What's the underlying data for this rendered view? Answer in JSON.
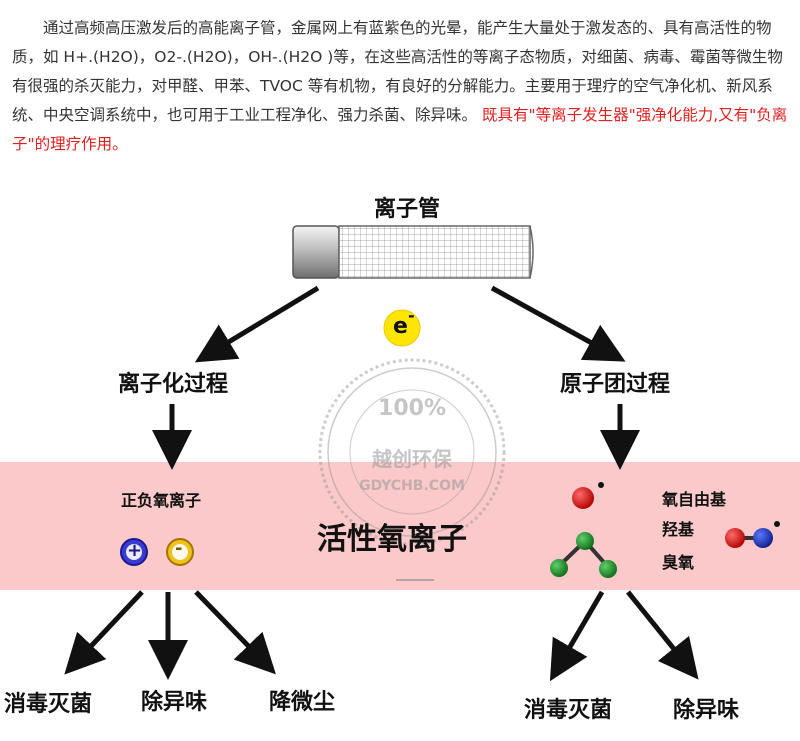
{
  "intro": {
    "text": "通过高频高压激发后的高能离子管，金属网上有蓝紫色的光晕，能产生大量处于激发态的、具有高活性的物质，如 H+.(H2O)，O2-.(H2O)，OH-.(H2O )等，在这些高活性的等离子态物质，对细菌、病毒、霉菌等微生物有很强的杀灭能力，对甲醛、甲苯、TVOC 等有机物，有良好的分解能力。主要用于理疗的空气净化机、新风系统、中央空调系统中，也可用于工业工程净化、强力杀菌、除异味。",
    "highlight": "既具有\"等离子发生器\"强净化能力,又有\"负离子\"的理疗作用。"
  },
  "diagram": {
    "tube_label": "离子管",
    "electron_symbol": "e",
    "electron_charge": "-",
    "left_process": "离子化过程",
    "right_process": "原子团过程",
    "left_product": "正负氧离子",
    "plus_symbol": "+",
    "minus_symbol": "-",
    "center_label": "活性氧离子",
    "radicals": [
      "氧自由基",
      "羟基",
      "臭氧"
    ],
    "left_outcomes": [
      "消毒灭菌",
      "除异味",
      "降微尘"
    ],
    "right_outcomes": [
      "消毒灭菌",
      "除异味"
    ]
  },
  "watermark": {
    "percent": "100%",
    "brand": "越创环保",
    "domain": "GDYCHB.COM"
  },
  "colors": {
    "highlight_text": "#e02020",
    "band": "#fbc9c9",
    "electron": "#ffe600",
    "plus_ion": "#3a3ad6",
    "minus_ion": "#f0c020",
    "oxygen_atom": "#cc1111",
    "hydroxyl_h": "#1a3fb0",
    "ozone_atom": "#1a8a2a"
  }
}
